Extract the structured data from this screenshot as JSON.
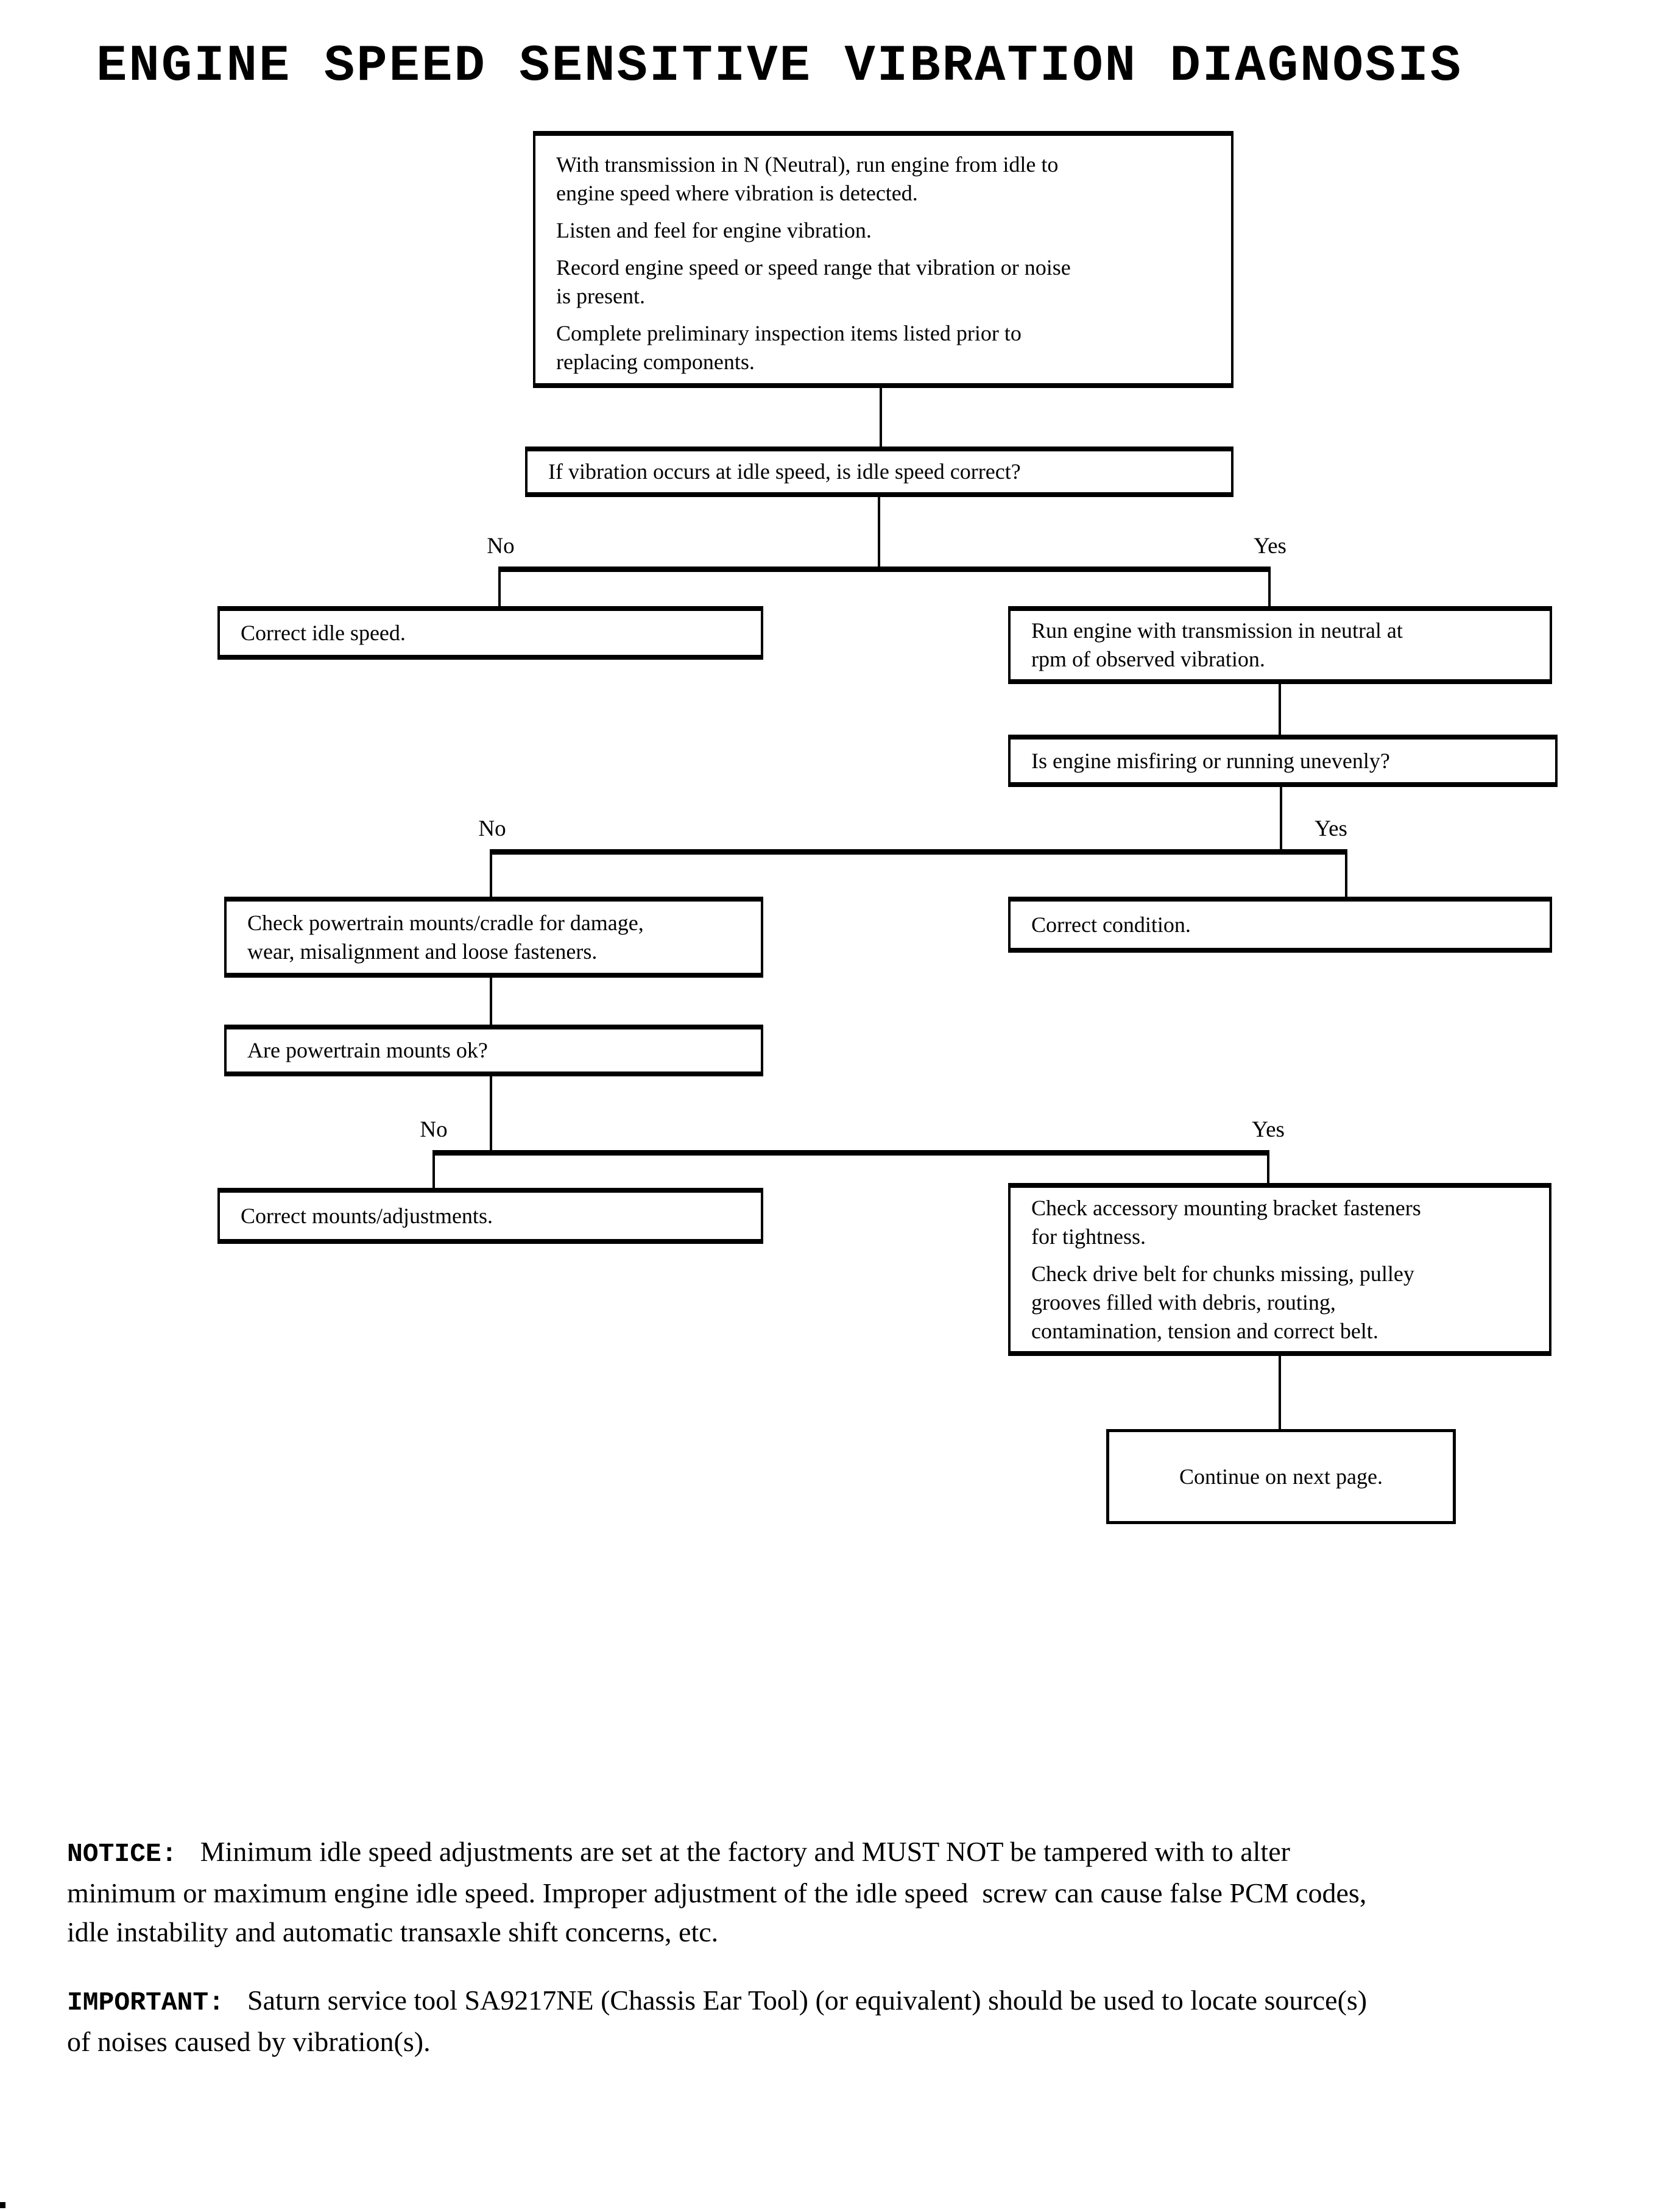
{
  "flow": {
    "title": "ENGINE SPEED SENSITIVE VIBRATION DIAGNOSIS",
    "label_no": "No",
    "label_yes": "Yes",
    "start": {
      "p1a": "With transmission in N (Neutral), run engine from idle to",
      "p1b": "engine speed where vibration is detected.",
      "p2a": "Listen and feel for engine vibration.",
      "p3a": "Record engine speed or speed range that vibration or noise",
      "p3b": "is present.",
      "p4a": "Complete preliminary inspection items listed prior to",
      "p4b": "replacing components."
    },
    "q_idle": "If vibration occurs at idle speed, is idle speed correct?",
    "correct_idle": "Correct idle speed.",
    "run_engine_a": "Run engine with transmission in neutral at",
    "run_engine_b": "rpm of observed vibration.",
    "q_misfire": "Is engine misfiring or running unevenly?",
    "check_mounts_a": "Check powertrain mounts/cradle for damage,",
    "check_mounts_b": "wear, misalignment and loose fasteners.",
    "correct_condition": "Correct condition.",
    "q_mounts_ok": "Are powertrain mounts ok?",
    "correct_mounts": "Correct mounts/adjustments.",
    "check_accessory_a": "Check accessory mounting bracket fasteners",
    "check_accessory_b": "for tightness.",
    "check_belt_a": "Check drive belt for chunks missing, pulley",
    "check_belt_b": "grooves filled with debris, routing,",
    "check_belt_c": "contamination, tension and correct belt.",
    "continue_next": "Continue on next page."
  },
  "notice": {
    "label": "NOTICE:",
    "line1": "Minimum idle speed adjustments are set at the factory and MUST NOT be tampered with to alter",
    "line2": "minimum or maximum engine idle speed. Improper adjustment of the idle speed  screw can cause false PCM codes,",
    "line3": "idle instability and automatic transaxle shift concerns, etc."
  },
  "important": {
    "label": "IMPORTANT:",
    "line1": "Saturn service tool SA9217NE (Chassis Ear Tool) (or equivalent) should be used to locate source(s)",
    "line2": "of noises caused by vibration(s)."
  },
  "colors": {
    "ink": "#000000",
    "paper": "#ffffff"
  }
}
